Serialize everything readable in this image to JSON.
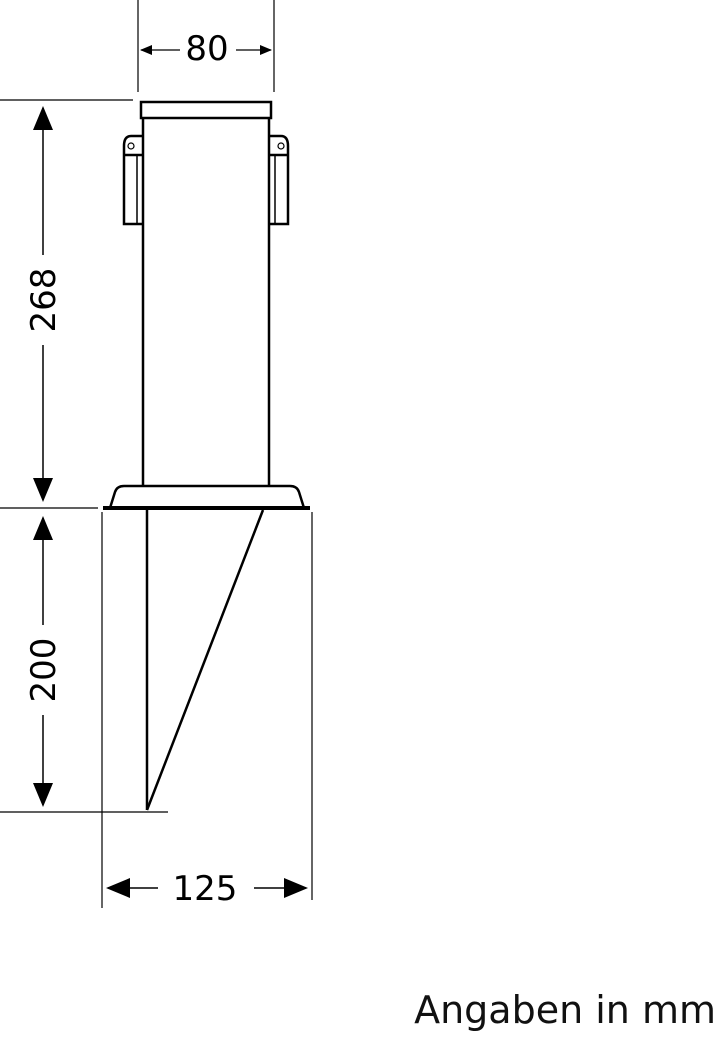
{
  "dimensions": {
    "top_width": "80",
    "column_height": "268",
    "spike_height": "200",
    "base_width": "125"
  },
  "unit_note": "Angaben in mm",
  "colors": {
    "line": "#000000",
    "background": "#ffffff"
  }
}
